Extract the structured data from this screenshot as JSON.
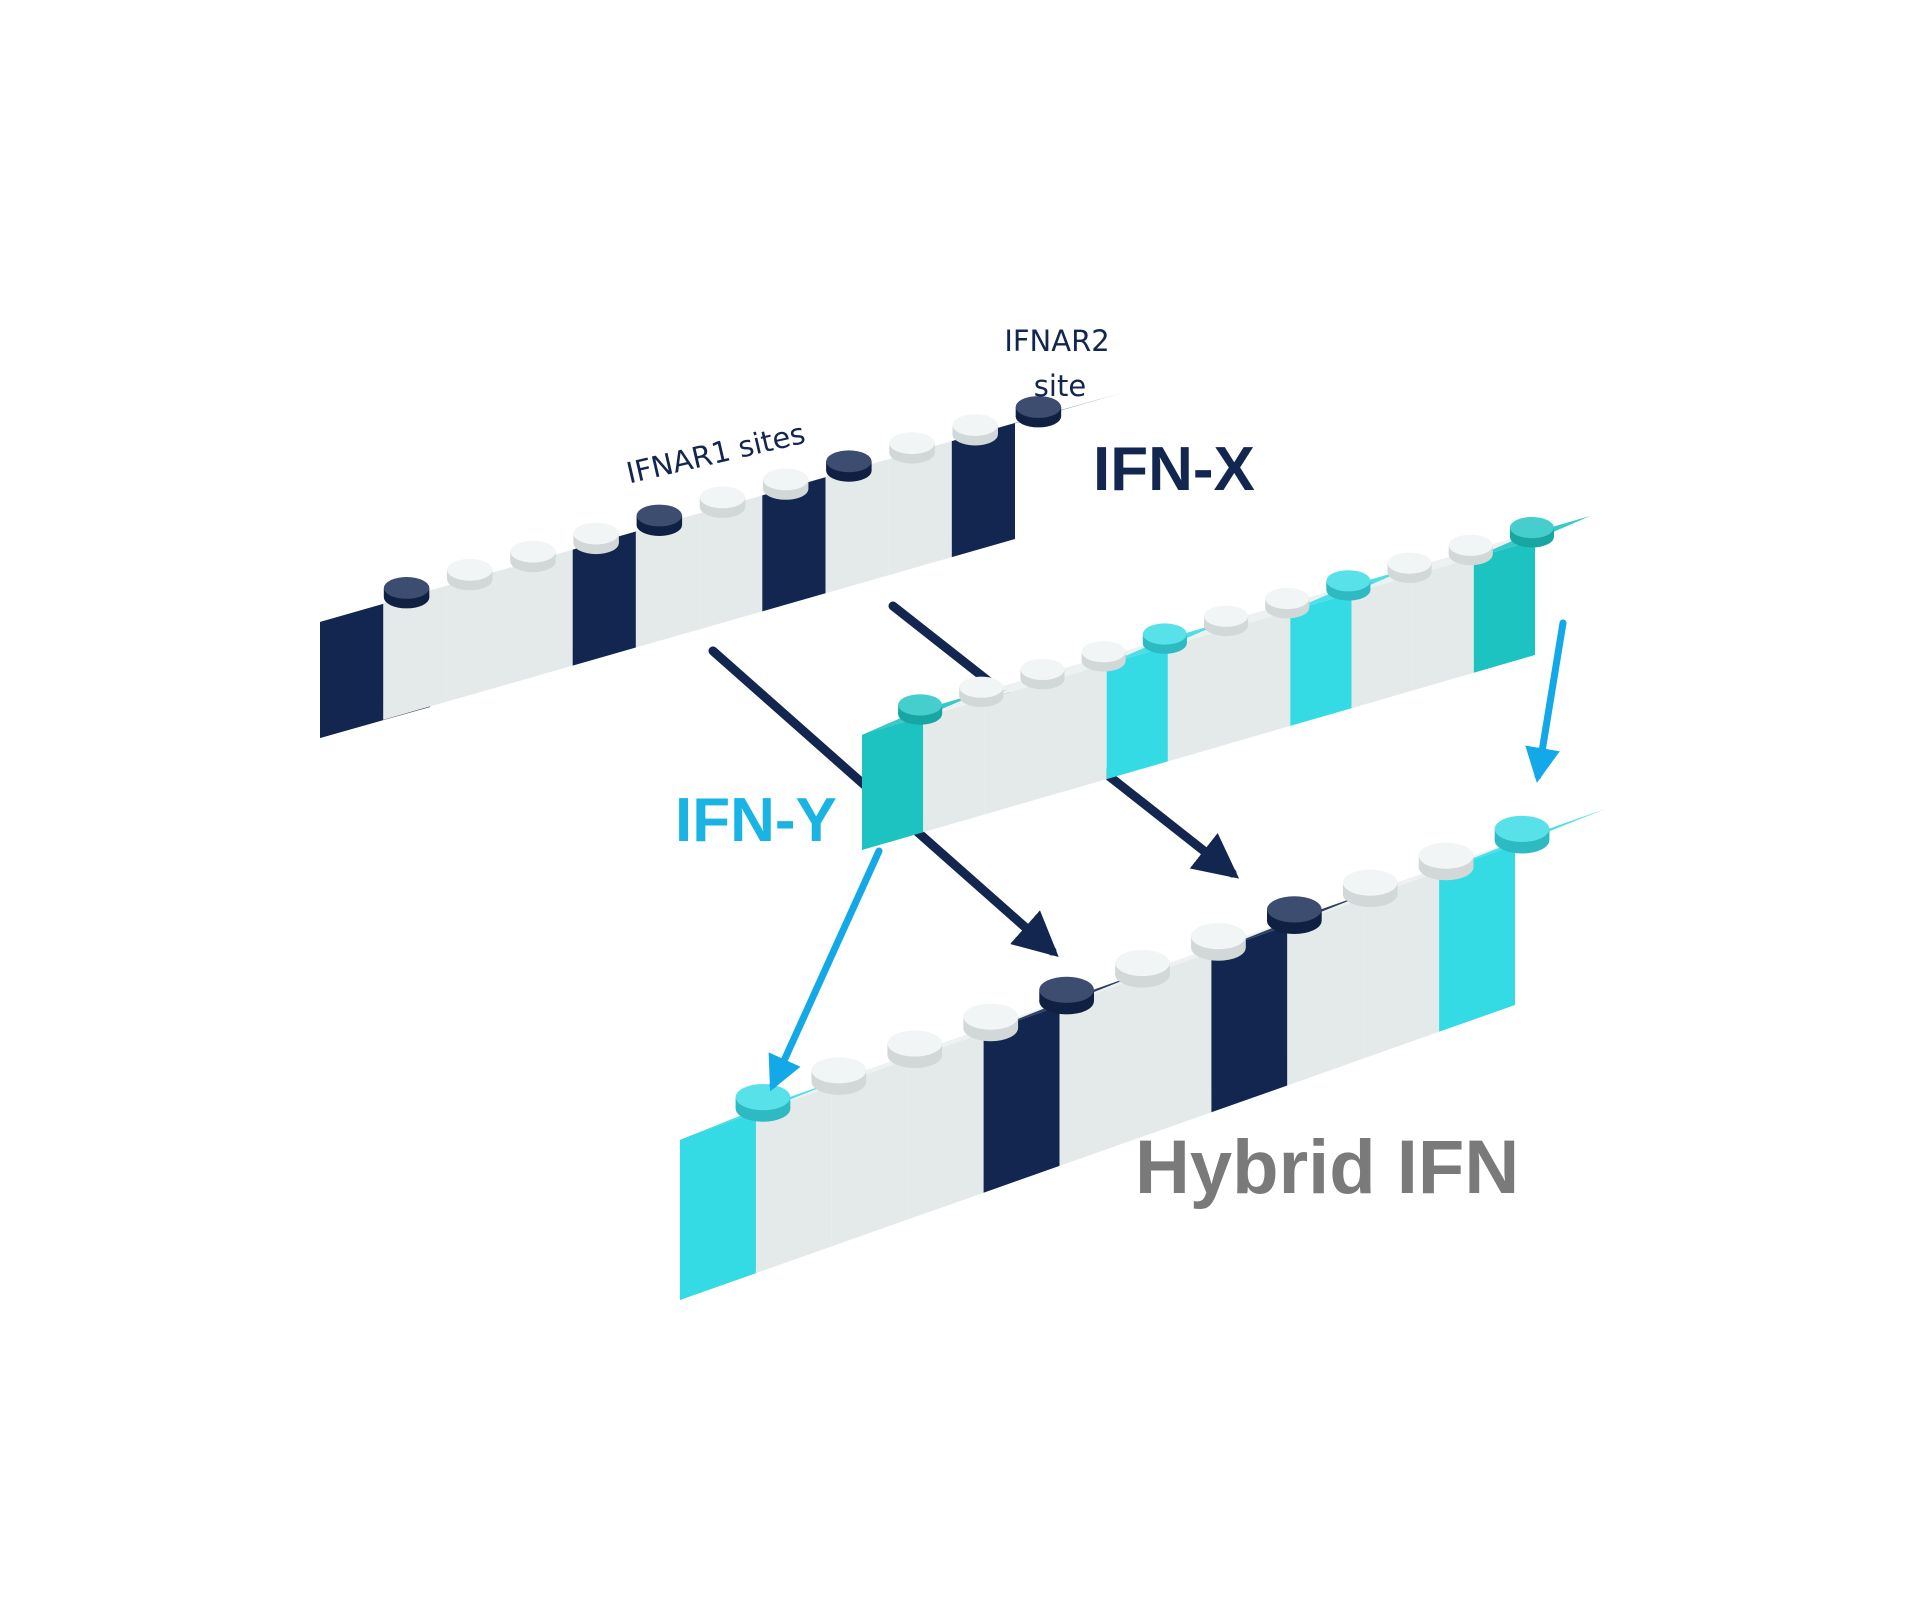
{
  "colors": {
    "navy": "#13264f",
    "cyan": "#35dbe4",
    "teal": "#1cc3c0",
    "white_block": "#e4eaea",
    "arrow_navy": "#13264f",
    "arrow_blue": "#13a8e8",
    "label_gray": "#7a7a7a",
    "label_cyan": "#19b3e4"
  },
  "labels": {
    "ifn_x": "IFN-X",
    "ifn_y": "IFN-Y",
    "hybrid": "Hybrid IFN",
    "ifnar1": "IFNAR1 sites",
    "ifnar2_line1": "IFNAR2",
    "ifnar2_line2": "site"
  },
  "bricks": {
    "ifn_x": [
      "navy",
      "white",
      "white",
      "white",
      "navy",
      "white",
      "white",
      "navy",
      "white",
      "white",
      "navy"
    ],
    "ifn_y": [
      "teal",
      "white",
      "white",
      "white",
      "cyan",
      "white",
      "white",
      "cyan",
      "white",
      "white",
      "teal"
    ],
    "hybrid": [
      "cyan",
      "white",
      "white",
      "white",
      "navy",
      "white",
      "white",
      "navy",
      "white",
      "white",
      "cyan"
    ]
  }
}
